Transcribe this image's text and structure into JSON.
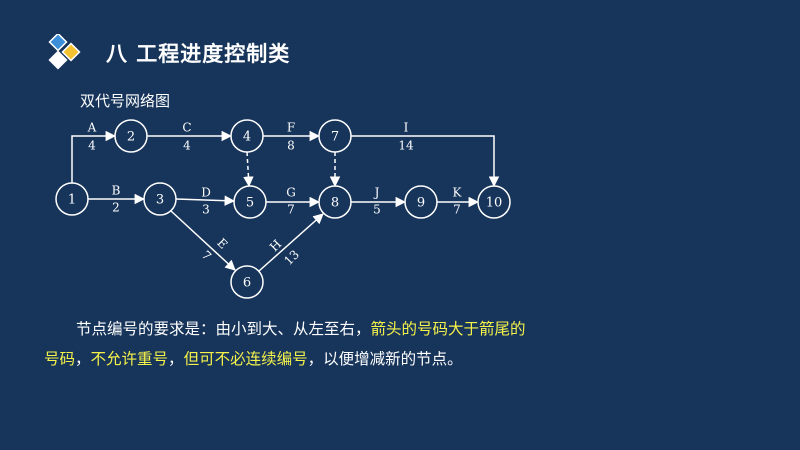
{
  "slide": {
    "title": "八  工程进度控制类",
    "subtitle": "双代号网络图",
    "description": {
      "part1": "节点编号的要求是：由小到大、从左至右，",
      "highlight1": "箭头的号码大于箭尾的号码",
      "part2": "，",
      "highlight2": "不允许重号",
      "part3": "，",
      "highlight3": "但可不必连续编号",
      "part4": "，以便增减新的节点。"
    }
  },
  "colors": {
    "background": "#17345a",
    "text": "#ffffff",
    "highlight": "#f5f24a",
    "logo_blue": "#3a8fd8",
    "logo_yellow": "#f2c230"
  },
  "network": {
    "nodes": [
      {
        "id": 1,
        "label": "1"
      },
      {
        "id": 2,
        "label": "2"
      },
      {
        "id": 3,
        "label": "3"
      },
      {
        "id": 4,
        "label": "4"
      },
      {
        "id": 5,
        "label": "5"
      },
      {
        "id": 6,
        "label": "6"
      },
      {
        "id": 7,
        "label": "7"
      },
      {
        "id": 8,
        "label": "8"
      },
      {
        "id": 9,
        "label": "9"
      },
      {
        "id": 10,
        "label": "10"
      }
    ],
    "activities": [
      {
        "from": 1,
        "to": 2,
        "name": "A",
        "duration": "4",
        "dummy": false
      },
      {
        "from": 1,
        "to": 3,
        "name": "B",
        "duration": "2",
        "dummy": false
      },
      {
        "from": 2,
        "to": 4,
        "name": "C",
        "duration": "4",
        "dummy": false
      },
      {
        "from": 3,
        "to": 5,
        "name": "D",
        "duration": "3",
        "dummy": false
      },
      {
        "from": 3,
        "to": 6,
        "name": "E",
        "duration": "7",
        "dummy": false
      },
      {
        "from": 4,
        "to": 7,
        "name": "F",
        "duration": "8",
        "dummy": false
      },
      {
        "from": 5,
        "to": 8,
        "name": "G",
        "duration": "7",
        "dummy": false
      },
      {
        "from": 6,
        "to": 8,
        "name": "H",
        "duration": "13",
        "dummy": false
      },
      {
        "from": 7,
        "to": 10,
        "name": "I",
        "duration": "14",
        "dummy": false
      },
      {
        "from": 8,
        "to": 9,
        "name": "J",
        "duration": "5",
        "dummy": false
      },
      {
        "from": 9,
        "to": 10,
        "name": "K",
        "duration": "7",
        "dummy": false
      },
      {
        "from": 4,
        "to": 5,
        "name": "",
        "duration": "",
        "dummy": true
      },
      {
        "from": 7,
        "to": 8,
        "name": "",
        "duration": "",
        "dummy": true
      }
    ]
  }
}
